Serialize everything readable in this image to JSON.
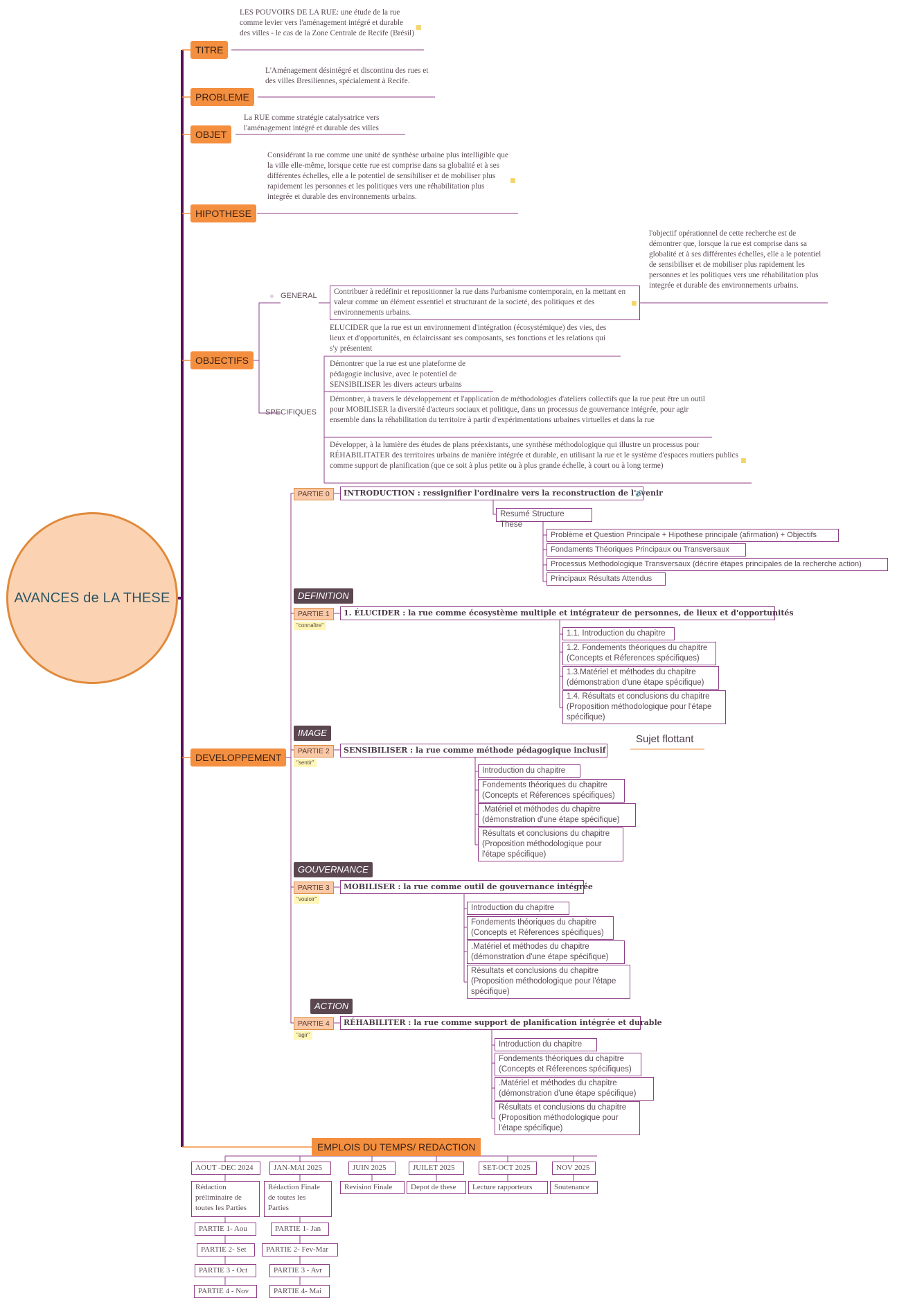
{
  "root": "AVANCES de LA THESE",
  "branches": {
    "titre": {
      "label": "TITRE",
      "text": "LES POUVOIRS DE LA RUE: une étude de la rue comme levier vers l'aménagement intégré et durable des villes - le cas de la Zone Centrale de Recife (Brésil)"
    },
    "probleme": {
      "label": "PROBLEME",
      "text": "L'Aménagement désintégré et discontinu des rues et des villes Bresiliennes, spécialement à Recife."
    },
    "objet": {
      "label": "OBJET",
      "text": "La RUE comme stratégie catalysatrice vers l'aménagement intégré et durable des villes"
    },
    "hipothese": {
      "label": "HIPOTHESE",
      "text": "Considérant la rue comme une unité de synthèse urbaine plus intelligible que la ville elle-même, lorsque cette rue est comprise dans sa globalité et à ses différentes échelles, elle a le potentiel de sensibiliser et de mobiliser plus rapidement les personnes et les politiques vers une réhabilitation plus integrée et durable des environnements urbains."
    },
    "objectifs": {
      "label": "OBJECTIFS",
      "general_label": "GENERAL",
      "general_text": "Contribuer à redéfinir et repositionner la rue dans l'urbanisme contemporain, en la mettant en valeur comme un élément essentiel et structurant de la societé, des politiques et des environnements urbains.",
      "general_note": "l'objectif opérationnel de cette recherche est de démontrer que, lorsque la rue est comprise dans sa globalité et à ses différentes échelles, elle a le potentiel de sensibiliser et de mobiliser plus rapidement les personnes et les politiques vers une réhabilitation plus integrée et durable des environnements urbains.",
      "specifiques_label": "SPECIFIQUES",
      "specifiques": [
        "ELUCIDER que la rue est un environnement d'intégration (écosystémique) des vies, des lieux et d'opportunités, en éclaircissant ses composants, ses fonctions et les relations qui s'y présentent",
        "Démontrer que la rue est une plateforme de pédagogie inclusive, avec le potentiel de SENSIBILISER les divers acteurs urbains",
        "Démontrer, à travers le développement et l'application de méthodologies d'ateliers collectifs que la rue peut être un outil pour MOBILISER la diversité d'acteurs sociaux et politique, dans un processus de gouvernance intégrée, pour agir ensemble dans la réhabilitation du territoire à partir d'expérimentations urbaines virtuelles et dans la rue",
        "Développer, à la lumière des études de plans préexistants, une synthèse méthodologique qui illustre un processus pour RÉHABILITATER des territoires urbains de manière intégrée et durable, en utilisant la rue et le système d'espaces routiers publics comme support de planification (que ce soit à plus petite ou à plus grande échelle, à court ou à long terme)"
      ]
    },
    "developpement": {
      "label": "DEVELOPPEMENT",
      "floating": "Sujet flottant",
      "partie0": {
        "tag": "PARTIE 0",
        "title": "INTRODUCTION : ressignifier l'ordinaire vers la reconstruction de l'avenir",
        "summary": "Resumé Structure These",
        "items": [
          "Problème et Question Principale + Hipothese principale (afirmation) + Objectifs",
          "Fondaments Théoriques Principaux ou Transversaux",
          "Processus Methodologique Transversaux (décrire étapes principales de la recherche action)",
          "Principaux Résultats Attendus"
        ]
      },
      "parties": [
        {
          "label": "DEFINITION",
          "tag": "PARTIE 1",
          "note": "\"connaître\"",
          "title": "1. ÉLUCIDER : la rue comme écosystème multiple et intégrateur de personnes, de lieux et d'opportunités",
          "items": [
            "1.1. Introduction du chapitre",
            "1.2. Fondements théoriques du chapitre (Concepts et Réferences spécifiques)",
            "1.3.Matériel et méthodes du chapitre (démonstration d'une étape spécifique)",
            "1.4. Résultats et conclusions du chapitre (Proposition méthodologique pour l'étape spécifique)"
          ]
        },
        {
          "label": "IMAGE",
          "tag": "PARTIE 2",
          "note": "\"sentir\"",
          "title": "SENSIBILISER : la rue comme méthode pédagogique inclusif",
          "items": [
            "Introduction du chapitre",
            "Fondements théoriques du chapitre (Concepts et Réferences spécifiques)",
            ".Matériel et méthodes du chapitre (démonstration d'une étape spécifique)",
            "Résultats et conclusions du chapitre (Proposition méthodologique pour l'étape spécifique)"
          ]
        },
        {
          "label": "GOUVERNANCE",
          "tag": "PARTIE 3",
          "note": "\"vouloir\"",
          "title": "MOBILISER : la rue comme outil de gouvernance intégrée",
          "items": [
            "Introduction du chapitre",
            "Fondements théoriques du chapitre (Concepts et Réferences spécifiques)",
            ".Matériel et méthodes du chapitre (démonstration d'une étape spécifique)",
            "Résultats et conclusions du chapitre (Proposition méthodologique pour l'étape spécifique)"
          ]
        },
        {
          "label": "ACTION",
          "tag": "PARTIE 4",
          "note": "\"agir\"",
          "title": "RÉHABILITER : la rue comme support de planification intégrée et durable",
          "items": [
            "Introduction du chapitre",
            "Fondements théoriques du chapitre (Concepts et Réferences spécifiques)",
            ".Matériel et méthodes du chapitre (démonstration d'une étape spécifique)",
            "Résultats et conclusions du chapitre (Proposition méthodologique pour l'étape spécifique)"
          ]
        }
      ]
    },
    "emplois": {
      "label": "EMPLOIS DU TEMPS/ REDACTION",
      "periods": [
        {
          "period": "AOUT -DEC 2024",
          "task": "Rédaction préliminaire de toutes les Parties",
          "steps": [
            "PARTIE 1- Aou",
            "PARTIE 2- Set",
            "PARTIE 3 - Oct",
            "PARTIE 4 - Nov"
          ]
        },
        {
          "period": "JAN-MAI 2025",
          "task": "Rédaction Finale de toutes les Parties",
          "steps": [
            "PARTIE 1- Jan",
            "PARTIE 2- Fev-Mar",
            "PARTIE 3 - Avr",
            "PARTIE 4- Mai"
          ]
        },
        {
          "period": "JUIN 2025",
          "task": "Revision Finale",
          "steps": []
        },
        {
          "period": "JUILET 2025",
          "task": "Depot de these",
          "steps": []
        },
        {
          "period": "SET-OCT 2025",
          "task": "Lecture rapporteurs",
          "steps": []
        },
        {
          "period": "NOV 2025",
          "task": "Soutenance",
          "steps": []
        }
      ]
    }
  },
  "colors": {
    "category": "#f48f3f",
    "root_fill": "#fbd3b3",
    "trunk": "#5c0f5a",
    "line": "#8f3d87",
    "tag_dark": "#5b4750"
  }
}
